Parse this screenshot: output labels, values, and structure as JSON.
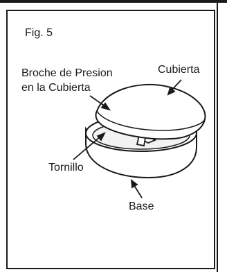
{
  "figure": {
    "number_label": "Fig. 5",
    "labels": {
      "snap_line1": "Broche de Presion",
      "snap_line2": "en la Cubierta",
      "cover": "Cubierta",
      "screw": "Tornillo",
      "base": "Base"
    }
  }
}
